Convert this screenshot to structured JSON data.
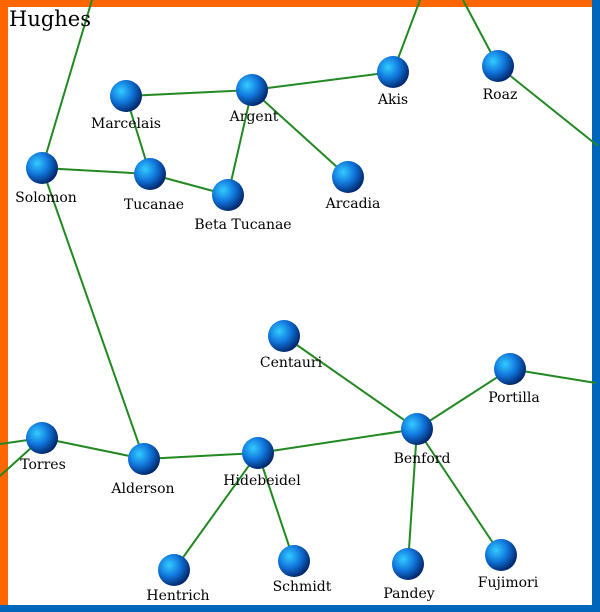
{
  "title": "Hughes",
  "colors": {
    "border_orange": "#ff6600",
    "border_blue": "#0066bb",
    "edge": "#228822",
    "node": "#1188ee"
  },
  "nodes": [
    {
      "id": "marcelais",
      "name": "Marcelais"
    },
    {
      "id": "argent",
      "name": "Argent"
    },
    {
      "id": "akis",
      "name": "Akis"
    },
    {
      "id": "roaz",
      "name": "Roaz"
    },
    {
      "id": "solomon",
      "name": "Solomon"
    },
    {
      "id": "tucanae",
      "name": "Tucanae"
    },
    {
      "id": "beta_tucanae",
      "name": "Beta Tucanae"
    },
    {
      "id": "arcadia",
      "name": "Arcadia"
    },
    {
      "id": "centauri",
      "name": "Centauri"
    },
    {
      "id": "portilla",
      "name": "Portilla"
    },
    {
      "id": "torres",
      "name": "Torres"
    },
    {
      "id": "alderson",
      "name": "Alderson"
    },
    {
      "id": "hidebeidel",
      "name": "Hidebeidel"
    },
    {
      "id": "benford",
      "name": "Benford"
    },
    {
      "id": "hentrich",
      "name": "Hentrich"
    },
    {
      "id": "schmidt",
      "name": "Schmidt"
    },
    {
      "id": "pandey",
      "name": "Pandey"
    },
    {
      "id": "fujimori",
      "name": "Fujimori"
    }
  ],
  "edges": [
    [
      "marcelais",
      "argent"
    ],
    [
      "marcelais",
      "tucanae"
    ],
    [
      "argent",
      "akis"
    ],
    [
      "argent",
      "beta_tucanae"
    ],
    [
      "argent",
      "arcadia"
    ],
    [
      "solomon",
      "tucanae"
    ],
    [
      "tucanae",
      "beta_tucanae"
    ],
    [
      "solomon",
      "alderson"
    ],
    [
      "torres",
      "alderson"
    ],
    [
      "alderson",
      "hidebeidel"
    ],
    [
      "hidebeidel",
      "benford"
    ],
    [
      "centauri",
      "benford"
    ],
    [
      "benford",
      "portilla"
    ],
    [
      "hidebeidel",
      "hentrich"
    ],
    [
      "hidebeidel",
      "schmidt"
    ],
    [
      "benford",
      "pandey"
    ],
    [
      "benford",
      "fujimori"
    ],
    [
      "solomon",
      "offmap_n1"
    ],
    [
      "akis",
      "offmap_n2"
    ],
    [
      "roaz",
      "offmap_n3"
    ],
    [
      "roaz",
      "offmap_e1"
    ],
    [
      "portilla",
      "offmap_e2"
    ],
    [
      "torres",
      "offmap_w1"
    ],
    [
      "torres",
      "offmap_w2"
    ]
  ]
}
